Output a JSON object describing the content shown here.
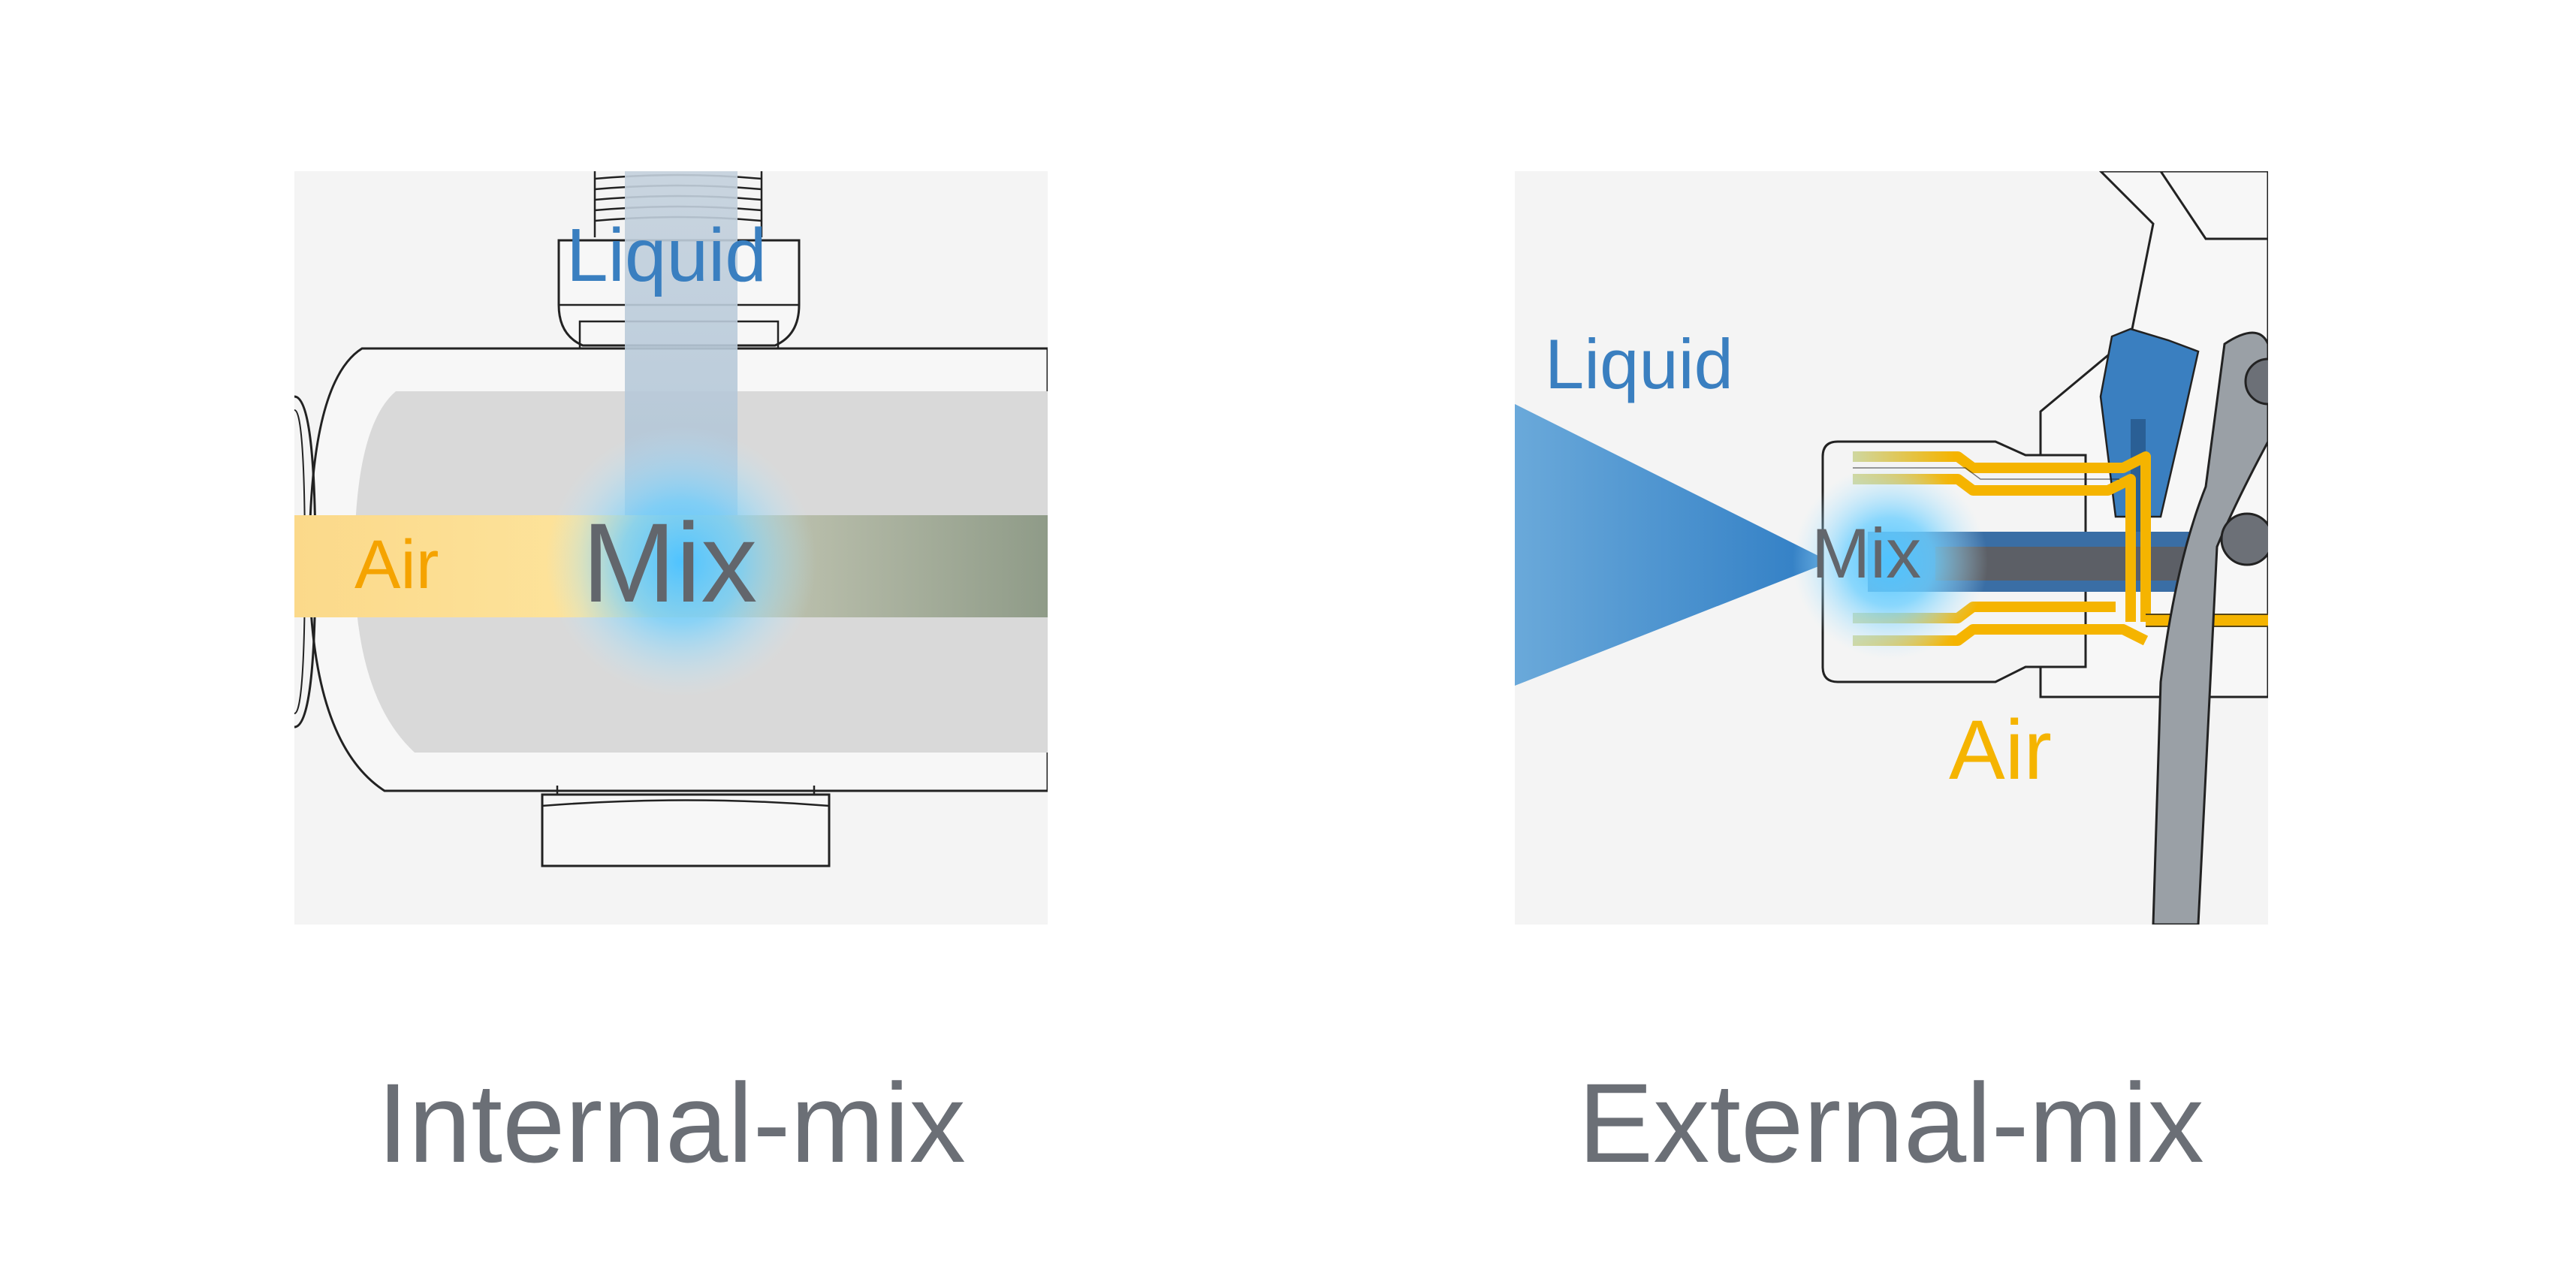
{
  "colors": {
    "liquid": "#3a7fc0",
    "air": "#f5a300",
    "mix_text": "#62666c",
    "caption": "#6b6f76",
    "panel_bg": "#f4f4f4",
    "glow": "#4fc3ff"
  },
  "internal": {
    "liquid_label": "Liquid",
    "air_label": "Air",
    "mix_label": "Mix",
    "caption": "Internal-mix"
  },
  "external": {
    "liquid_label": "Liquid",
    "air_label": "Air",
    "mix_label": "Mix",
    "caption": "External-mix"
  }
}
